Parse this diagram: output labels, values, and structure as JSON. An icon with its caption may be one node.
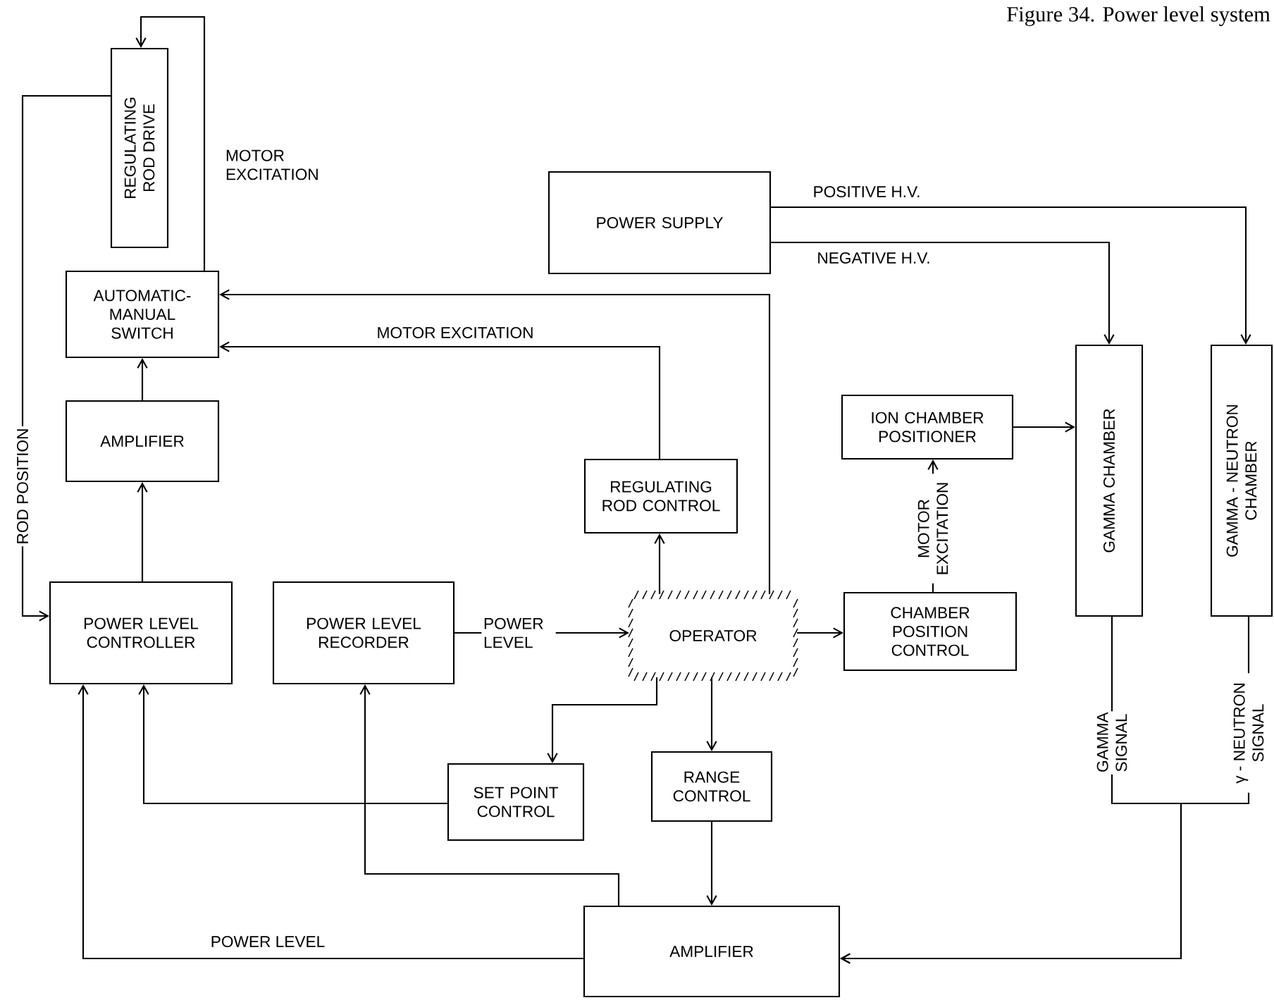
{
  "diagram": {
    "title": "Figure 34.  Power level system",
    "nodes": [
      {
        "text": [
          "REGULATING ROD DRIVE"
        ]
      },
      {
        "text": [
          "AUTOMATIC- MANUAL SWITCH"
        ]
      },
      {
        "text": [
          "AMPLIFIER"
        ]
      },
      {
        "text": [
          "POWER LEVEL CONTROLLER"
        ]
      },
      {
        "text": [
          "POWER LEVEL RECORDER"
        ]
      },
      {
        "text": [
          "POWER SUPPLY"
        ]
      },
      {
        "text": [
          "REGULATING ROD CONTROL"
        ]
      },
      {
        "text": [
          "OPERATOR"
        ]
      },
      {
        "text": [
          "ION CHAMBER POSITIONER"
        ]
      },
      {
        "text": [
          "CHAMBER POSITION CONTROL"
        ]
      },
      {
        "text": [
          "GAMMA CHAMBER"
        ]
      },
      {
        "text": [
          "GAMMA - NEUTRON CHAMBER"
        ]
      },
      {
        "text": [
          "SET POINT CONTROL"
        ]
      },
      {
        "text": [
          "RANGE CONTROL"
        ]
      },
      {
        "text": [
          "AMPLIFIER"
        ]
      }
    ],
    "edges": [
      {
        "from": 1,
        "to": 0,
        "arrow": "to",
        "label": "MOTOR EXCITATION"
      },
      {
        "from": 0,
        "to": 3,
        "arrow": "to",
        "label": "ROD POSITION"
      },
      {
        "from": 7,
        "to": 1,
        "arrow": "to"
      },
      {
        "from": 6,
        "to": 1,
        "arrow": "to",
        "label": "MOTOR EXCITATION"
      },
      {
        "from": 2,
        "to": 1,
        "arrow": "to"
      },
      {
        "from": 3,
        "to": 2,
        "arrow": "to"
      },
      {
        "from": 4,
        "to": 7,
        "arrow": "to",
        "label": "POWER LEVEL"
      },
      {
        "from": 7,
        "to": 6,
        "arrow": "to"
      },
      {
        "from": 7,
        "to": 9,
        "arrow": "to"
      },
      {
        "from": 9,
        "to": 8,
        "arrow": "to",
        "label": "MOTOR EXCITATION"
      },
      {
        "from": 8,
        "to": 10,
        "arrow": "to"
      },
      {
        "from": 5,
        "to": 10,
        "arrow": "to",
        "label": "NEGATIVE H.V."
      },
      {
        "from": 5,
        "to": 11,
        "arrow": "to",
        "label": "POSITIVE H.V."
      },
      {
        "from": 7,
        "to": 12,
        "arrow": "to"
      },
      {
        "from": 7,
        "to": 13,
        "arrow": "to"
      },
      {
        "from": 12,
        "to": 3,
        "arrow": "to"
      },
      {
        "from": 13,
        "to": 14,
        "arrow": "to"
      },
      {
        "from": 14,
        "to": 4,
        "arrow": "to"
      },
      {
        "from": 14,
        "to": 3,
        "arrow": "to",
        "label": "POWER LEVEL"
      },
      {
        "from": 10,
        "to": 14,
        "arrow": "to",
        "label": "GAMMA SIGNAL"
      },
      {
        "from": 11,
        "to": 14,
        "arrow": "to",
        "label": "γ - NEUTRON SIGNAL"
      }
    ]
  }
}
